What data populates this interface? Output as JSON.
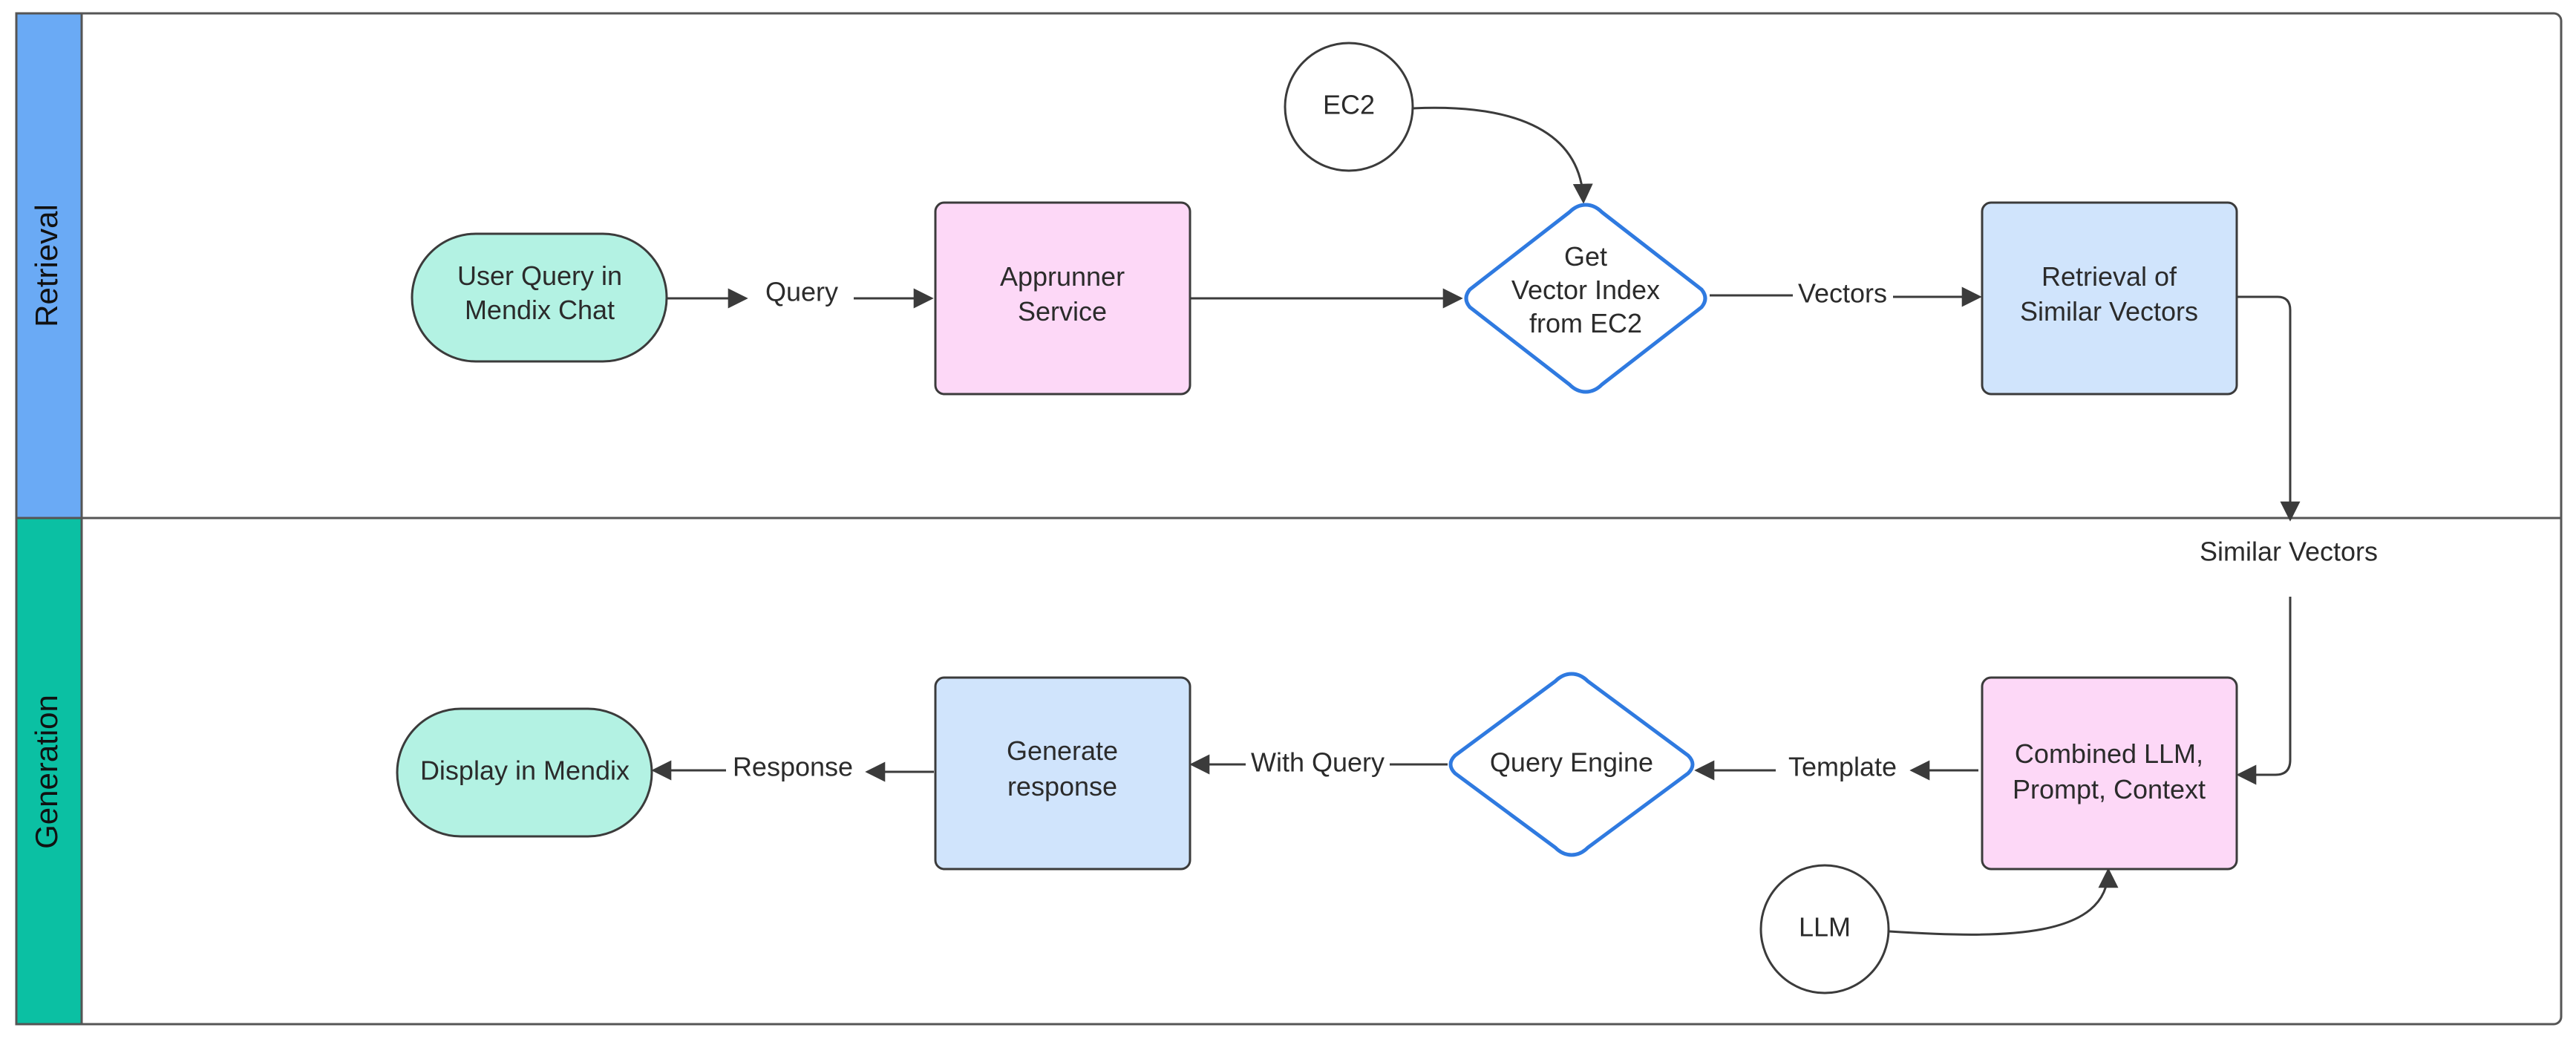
{
  "lanes": {
    "retrieval": "Retrieval",
    "generation": "Generation"
  },
  "nodes": {
    "user_query": [
      "User Query in",
      "Mendix Chat"
    ],
    "apprunner": [
      "Apprunner",
      "Service"
    ],
    "get_vector_index": [
      "Get",
      "Vector Index",
      "from EC2"
    ],
    "retrieval_similar": [
      "Retrieval of",
      "Similar Vectors"
    ],
    "ec2": "EC2",
    "combined": [
      "Combined LLM,",
      "Prompt, Context"
    ],
    "query_engine": "Query Engine",
    "generate_response": [
      "Generate",
      "response"
    ],
    "display": "Display in Mendix",
    "llm": "LLM"
  },
  "edges": {
    "query": "Query",
    "vectors": "Vectors",
    "similar_vectors": "Similar Vectors",
    "template": "Template",
    "with_query": "With Query",
    "response": "Response"
  },
  "colors": {
    "retrieval_lane": "#6aaaf5",
    "generation_lane": "#0bc0a3",
    "terminal": "#b3f2e3",
    "process_pink": "#fdd8f7",
    "process_blue": "#d0e4fc",
    "decision_stroke": "#2f7ae0",
    "stroke": "#3b3b3b"
  }
}
